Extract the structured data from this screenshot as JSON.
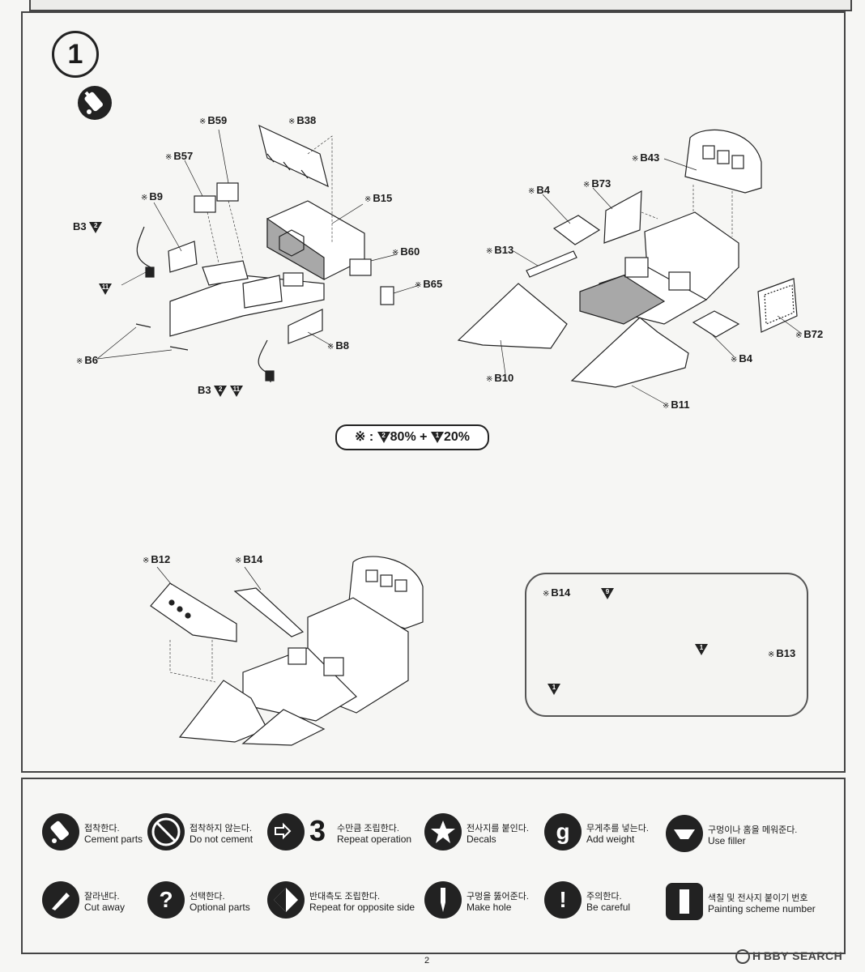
{
  "step": {
    "number": "1"
  },
  "parts": {
    "b59": "B59",
    "b38": "B38",
    "b57": "B57",
    "b9": "B9",
    "b15": "B15",
    "b3_top": "B3",
    "b60": "B60",
    "b65": "B65",
    "b6": "B6",
    "b8": "B8",
    "b3_bottom": "B3",
    "b43": "B43",
    "b73": "B73",
    "b4_top": "B4",
    "b13_main": "B13",
    "b72": "B72",
    "b4_bottom": "B4",
    "b10": "B10",
    "b11": "B11",
    "b12": "B12",
    "b14_main": "B14",
    "b14_inset": "B14",
    "b13_inset": "B13",
    "asterisk": "※"
  },
  "paint_codes": {
    "c2": "2",
    "c11": "11",
    "c9": "9",
    "c1": "1"
  },
  "paint_mix": {
    "prefix": "※ :",
    "part_a": "80%",
    "plus": "+",
    "part_b": "20%"
  },
  "legend": [
    {
      "icon": "cement-icon",
      "ko": "접착한다.",
      "en": "Cement parts"
    },
    {
      "icon": "no-cement-icon",
      "ko": "접착하지 않는다.",
      "en": "Do not cement"
    },
    {
      "icon": "repeat-icon",
      "glyph": "3",
      "ko": "수만큼 조립한다.",
      "en": "Repeat operation"
    },
    {
      "icon": "decal-star-icon",
      "ko": "전사지를 붙인다.",
      "en": "Decals"
    },
    {
      "icon": "weight-icon",
      "glyph": "g",
      "ko": "무게추를 넣는다.",
      "en": "Add weight"
    },
    {
      "icon": "filler-icon",
      "ko": "구멍이나 홈을 메워준다.",
      "en": "Use filler"
    },
    {
      "icon": "knife-icon",
      "ko": "잘라낸다.",
      "en": "Cut away"
    },
    {
      "icon": "question-icon",
      "glyph": "?",
      "ko": "선택한다.",
      "en": "Optional parts"
    },
    {
      "icon": "mirror-icon",
      "ko": "반대측도 조립한다.",
      "en": "Repeat for opposite side"
    },
    {
      "icon": "drill-icon",
      "ko": "구멍을 뚫어준다.",
      "en": "Make hole"
    },
    {
      "icon": "caution-icon",
      "glyph": "!",
      "ko": "주의한다.",
      "en": "Be careful"
    },
    {
      "icon": "paint-scheme-icon",
      "ko": "색칠 및 전사지 붙이기 번호",
      "en": "Painting scheme number"
    }
  ],
  "page_number": "2",
  "watermark": "H BBY SEARCH",
  "colors": {
    "ink": "#1a1a1a",
    "paper": "#f6f6f4",
    "shade": "#9a9a9a"
  }
}
